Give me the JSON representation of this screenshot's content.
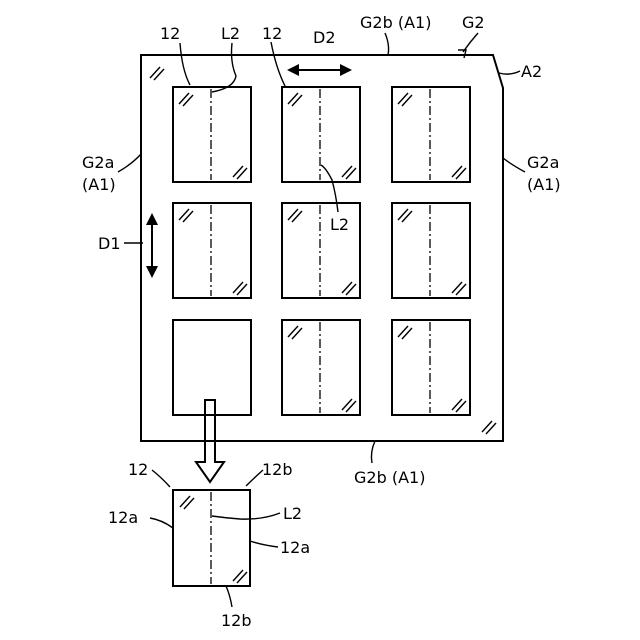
{
  "labels": {
    "panel_12_left": "12",
    "panel_12_center": "12",
    "line_L2_top": "L2",
    "line_L2_mid": "L2",
    "direction_D2": "D2",
    "direction_D1": "D1",
    "edge_G2b_A1_top": "G2b (A1)",
    "glass_G2": "G2",
    "corner_A2": "A2",
    "edge_G2a_left_1": "G2a",
    "edge_G2a_left_2": "(A1)",
    "edge_G2a_right_1": "G2a",
    "edge_G2a_right_2": "(A1)",
    "edge_G2b_A1_bottom": "G2b (A1)",
    "detail_12": "12",
    "detail_12b_top": "12b",
    "detail_12a_left": "12a",
    "detail_L2": "L2",
    "detail_12a_right": "12a",
    "detail_12b_bottom": "12b"
  },
  "panel_grid": {
    "rows": 3,
    "cols": 3,
    "cut_out_panel": "row 3, col 1"
  }
}
